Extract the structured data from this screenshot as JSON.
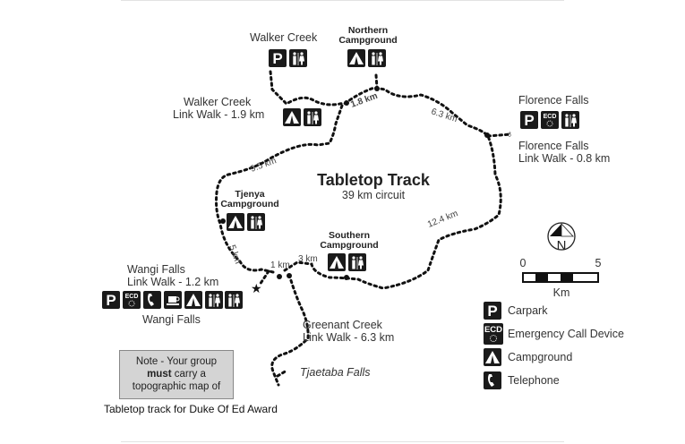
{
  "map": {
    "title": "Tabletop Track",
    "subtitle": "39 km circuit",
    "places": {
      "walker_creek": "Walker Creek",
      "northern_campground": [
        "Northern",
        "Campground"
      ],
      "walker_link": [
        "Walker Creek",
        "Link Walk - 1.9 km"
      ],
      "florence_falls": "Florence Falls",
      "florence_link": [
        "Florence Falls",
        "Link Walk - 0.8 km"
      ],
      "tjenya": [
        "Tjenya",
        "Campground"
      ],
      "southern": [
        "Southern",
        "Campground"
      ],
      "wangi_link": [
        "Wangi Falls",
        "Link Walk - 1.2 km"
      ],
      "wangi_falls": "Wangi Falls",
      "greenant_link": [
        "Greenant Creek",
        "Link Walk - 6.3 km"
      ],
      "tjaetaba": "Tjaetaba Falls"
    },
    "distances": [
      "1.8 km",
      "6.3 km",
      "9.5 km",
      "12.4 km",
      "5 km",
      "1 km",
      "3 km"
    ],
    "scale": {
      "min": "0",
      "max": "5",
      "unit": "Km"
    },
    "compass": "N",
    "icon_text": {
      "parking": "P",
      "ecd": "ECD"
    },
    "legend": [
      {
        "icon": "parking-icon",
        "label": "Carpark"
      },
      {
        "icon": "ecd-icon",
        "label": "Emergency Call Device"
      },
      {
        "icon": "tent-icon",
        "label": "Campground"
      },
      {
        "icon": "telephone-icon",
        "label": "Telephone"
      }
    ],
    "note": {
      "pre": "Note - Your group",
      "bold": "must",
      "post": "carry a",
      "line3": "topographic map of"
    }
  },
  "caption": "Tabletop track for Duke Of Ed Award"
}
